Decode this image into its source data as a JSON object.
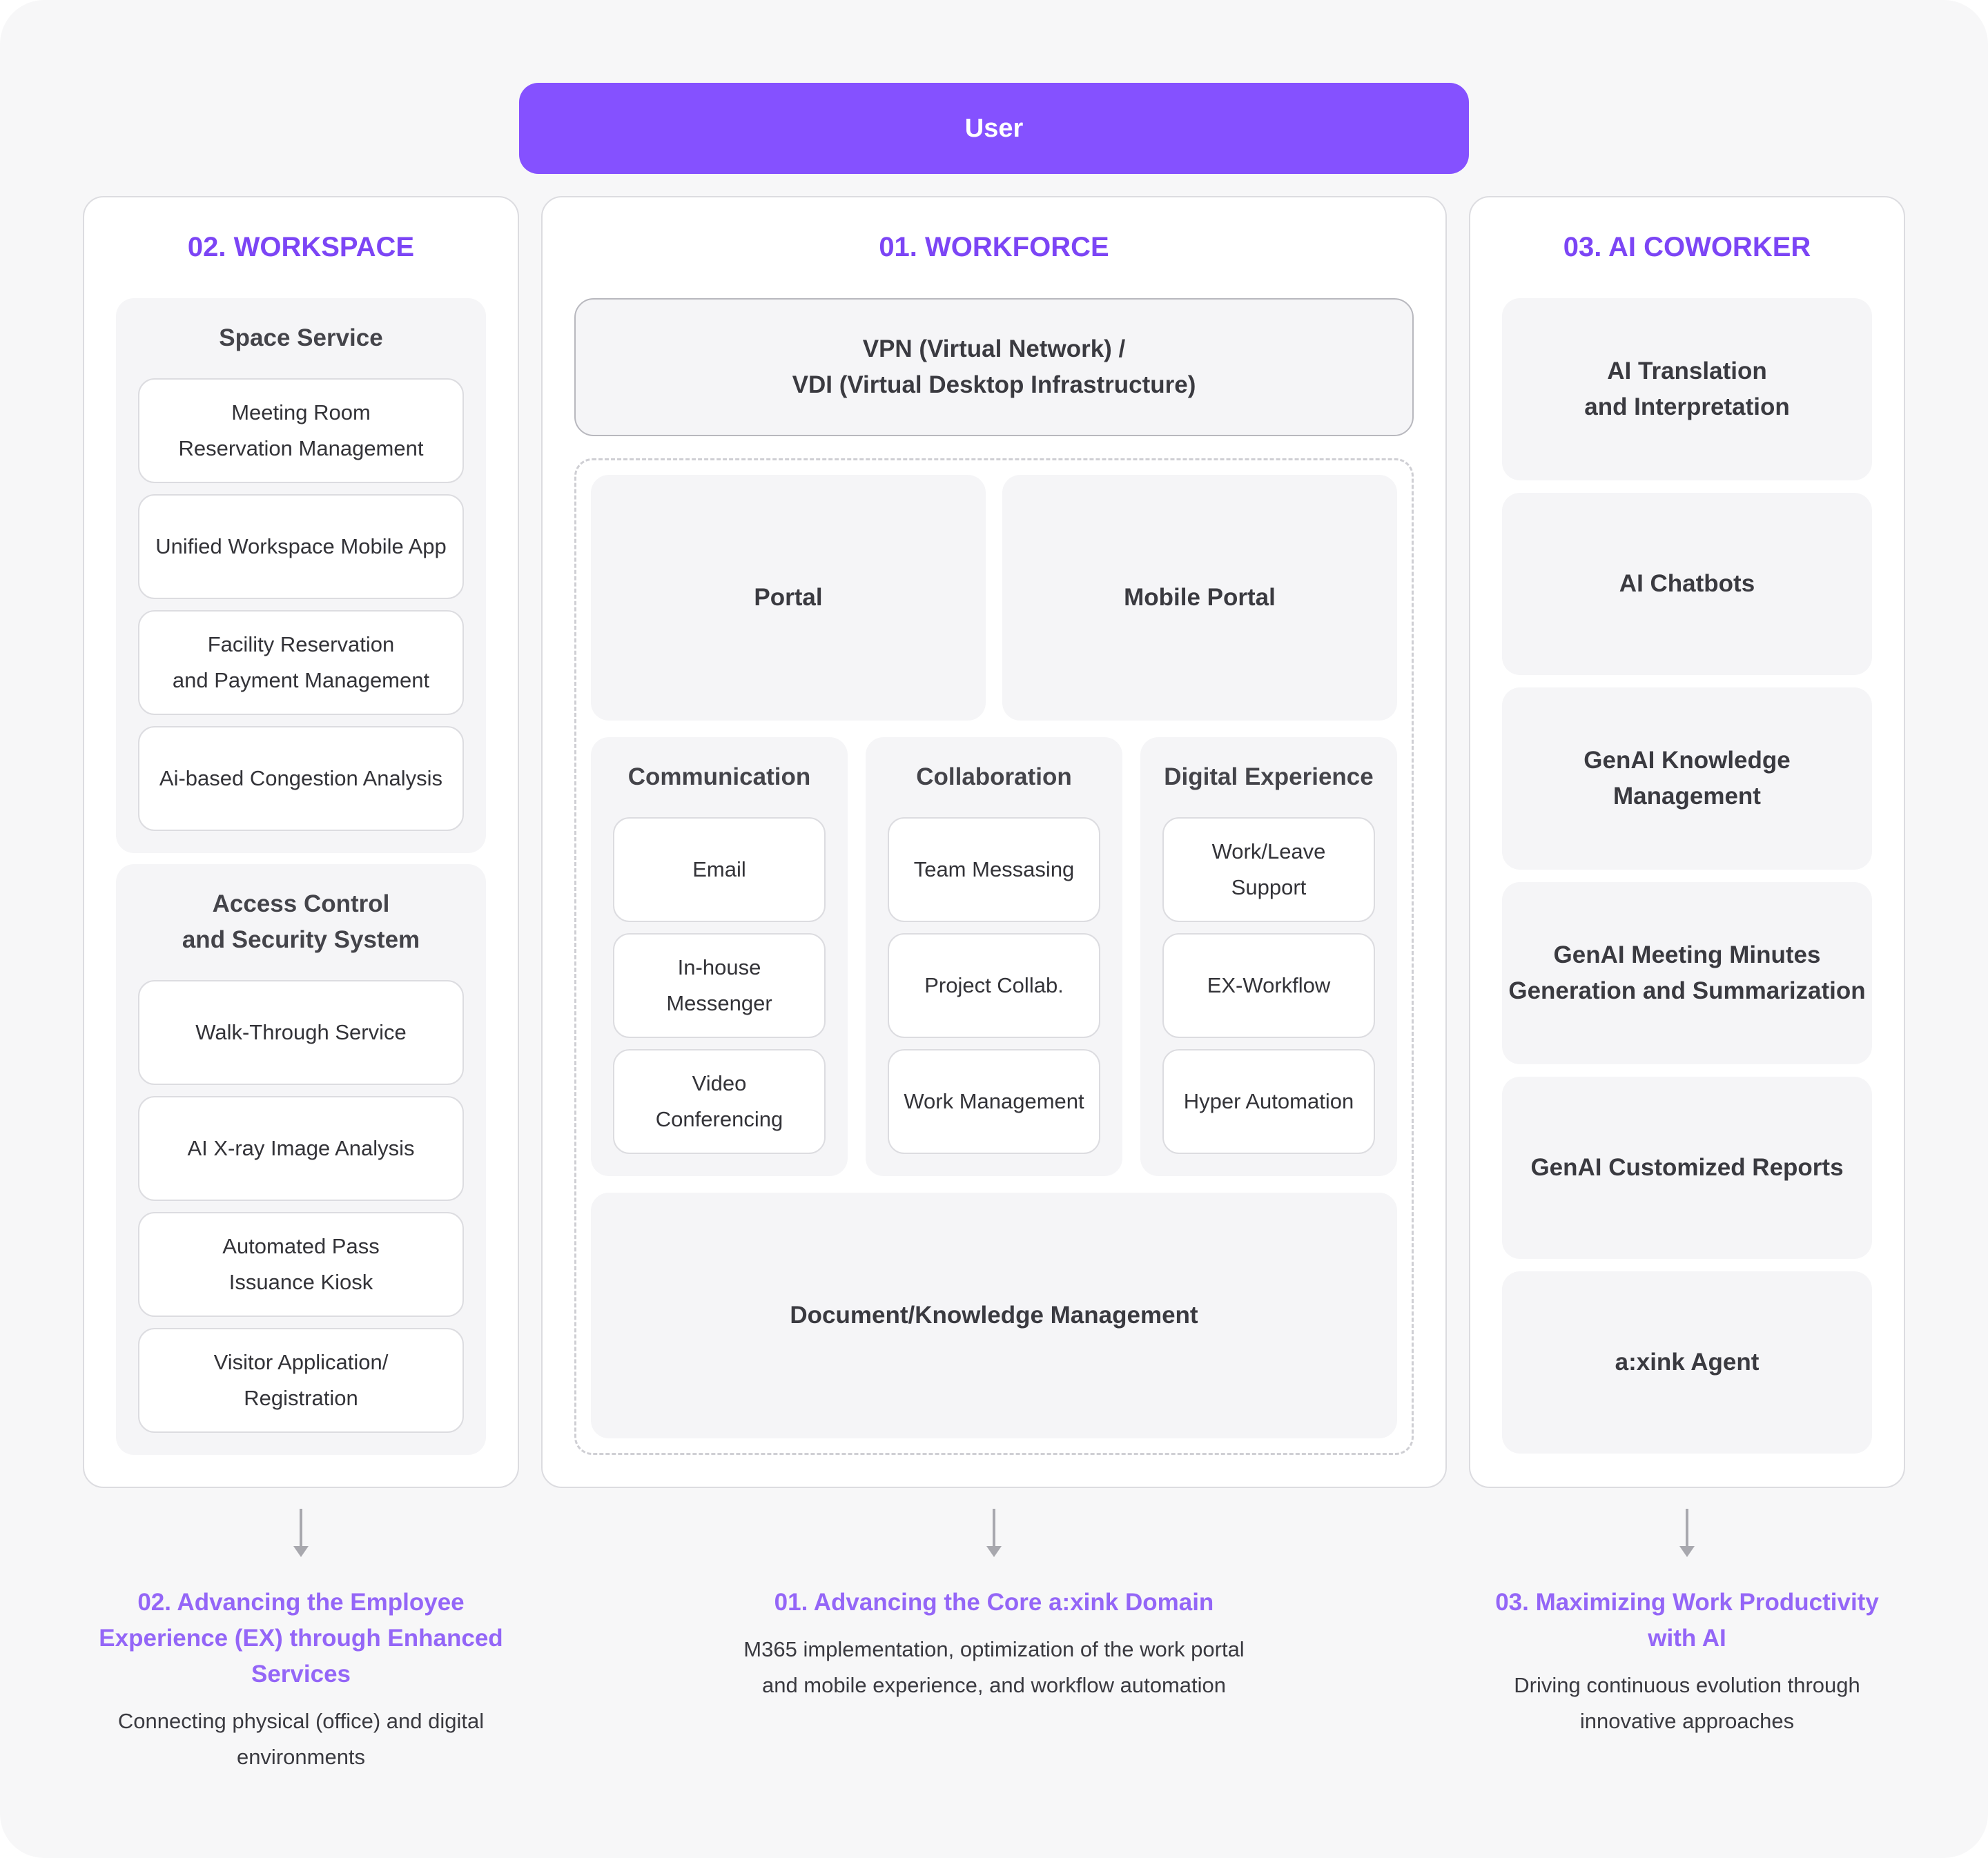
{
  "user": "User",
  "workspace": {
    "heading": "02. WORKSPACE",
    "space_service": {
      "title": "Space Service",
      "items": [
        "Meeting Room\nReservation Management",
        "Unified Workspace Mobile App",
        "Facility Reservation\nand Payment Management",
        "Ai-based Congestion Analysis"
      ]
    },
    "access_control": {
      "title": "Access Control\nand Security System",
      "items": [
        "Walk-Through Service",
        "AI X-ray Image Analysis",
        "Automated Pass\nIssuance Kiosk",
        "Visitor Application/\nRegistration"
      ]
    }
  },
  "workforce": {
    "heading": "01. WORKFORCE",
    "vpn": "VPN (Virtual Network) /\nVDI (Virtual Desktop Infrastructure)",
    "portal": "Portal",
    "mobile_portal": "Mobile Portal",
    "communication": {
      "title": "Communication",
      "items": [
        "Email",
        "In-house\nMessenger",
        "Video\nConferencing"
      ]
    },
    "collaboration": {
      "title": "Collaboration",
      "items": [
        "Team Messasing",
        "Project Collab.",
        "Work Management"
      ]
    },
    "digital_experience": {
      "title": "Digital Experience",
      "items": [
        "Work/Leave\nSupport",
        "EX-Workflow",
        "Hyper Automation"
      ]
    },
    "document": "Document/Knowledge Management"
  },
  "ai_coworker": {
    "heading": "03. AI COWORKER",
    "items": [
      "AI Translation\nand Interpretation",
      "AI Chatbots",
      "GenAI Knowledge\nManagement",
      "GenAI Meeting Minutes\nGeneration and Summarization",
      "GenAI Customized Reports",
      "a:xink Agent"
    ]
  },
  "outcomes": {
    "workspace": {
      "title": "02. Advancing the Employee\nExperience (EX) through Enhanced\nServices",
      "desc": "Connecting physical (office) and digital\nenvironments"
    },
    "workforce": {
      "title": "01. Advancing the Core a:xink Domain",
      "desc": "M365 implementation, optimization of the work portal\nand mobile experience, and workflow automation"
    },
    "ai_coworker": {
      "title": "03. Maximizing Work Productivity\nwith AI",
      "desc": "Driving continuous evolution through\ninnovative approaches"
    }
  }
}
